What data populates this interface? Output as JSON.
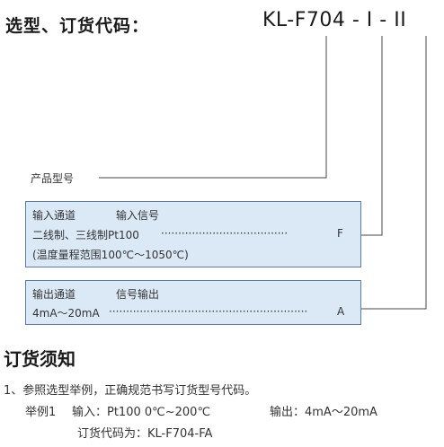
{
  "header": {
    "title": "选型、订货代码：",
    "model_code": "KL-F704 -  I  - II"
  },
  "product_label": "产品型号",
  "input_box": {
    "col1": "输入通道",
    "col2": "输入信号",
    "line1": "二线制、三线制Pt100",
    "leader": "·····································",
    "code": "F",
    "line2": "(温度量程范围100℃～1050℃)"
  },
  "output_box": {
    "col1": "输出通道",
    "col2": "信号输出",
    "line1": "4mA～20mA",
    "leader": "··························································",
    "code": "A"
  },
  "ordering": {
    "heading": "订货须知",
    "item1": "1、参照选型举例，正确规范书写订货型号代码。",
    "example_label": "举例1",
    "example_input": "输入：Pt100   0℃~200℃",
    "example_output": "输出：4mA～20mA",
    "order_code": "订货代码为：KL-F704-FA"
  }
}
